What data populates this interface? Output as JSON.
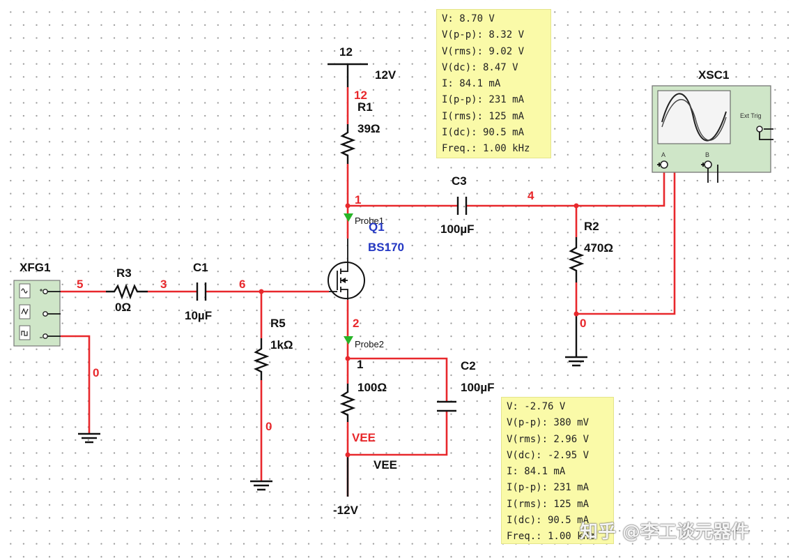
{
  "supply": {
    "pos_node": "12",
    "pos_label": "12V",
    "neg_label": "-12V",
    "vee_net": "VEE",
    "vee_label": "VEE"
  },
  "nets": {
    "n1_top": "12",
    "n1": "1",
    "n4": "4",
    "n5": "5",
    "n3": "3",
    "n6": "6",
    "n2": "2",
    "n1_src": "1",
    "gnd_xfg": "0",
    "gnd_r5": "0",
    "gnd_out": "0"
  },
  "components": {
    "r1": {
      "ref": "R1",
      "value": "39Ω"
    },
    "r2": {
      "ref": "R2",
      "value": "470Ω"
    },
    "r3": {
      "ref": "R3",
      "value": "0Ω"
    },
    "r5": {
      "ref": "R5",
      "value": "1kΩ"
    },
    "r_src": {
      "value": "100Ω"
    },
    "c1": {
      "ref": "C1",
      "value": "10µF"
    },
    "c2": {
      "ref": "C2",
      "value": "100µF"
    },
    "c3": {
      "ref": "C3",
      "value": "100µF"
    },
    "q1": {
      "ref": "Q1",
      "model": "BS170"
    },
    "xfg": {
      "ref": "XFG1"
    },
    "xsc": {
      "ref": "XSC1",
      "trig_label": "Ext Trig",
      "ch_a": "A",
      "ch_b": "B"
    }
  },
  "probes": {
    "probe1": {
      "label": "Probe1",
      "readings": [
        "V: 8.70 V",
        "V(p-p): 8.32 V",
        "V(rms): 9.02 V",
        "V(dc): 8.47 V",
        "I: 84.1 mA",
        "I(p-p): 231 mA",
        "I(rms): 125 mA",
        "I(dc): 90.5 mA",
        "Freq.: 1.00 kHz"
      ]
    },
    "probe2": {
      "label": "Probe2",
      "readings": [
        "V: -2.76 V",
        "V(p-p): 380 mV",
        "V(rms): 2.96 V",
        "V(dc): -2.95 V",
        "I: 84.1 mA",
        "I(p-p): 231 mA",
        "I(rms): 125 mA",
        "I(dc): 90.5 mA",
        "Freq.: 1.00 kHz"
      ]
    }
  },
  "watermark": "知乎 @李工谈元器件",
  "colors": {
    "wire": "#e8282c",
    "probe_bg": "#fafaa8",
    "instrument_green": "#cfe6c8",
    "model_blue": "#2438c4"
  }
}
